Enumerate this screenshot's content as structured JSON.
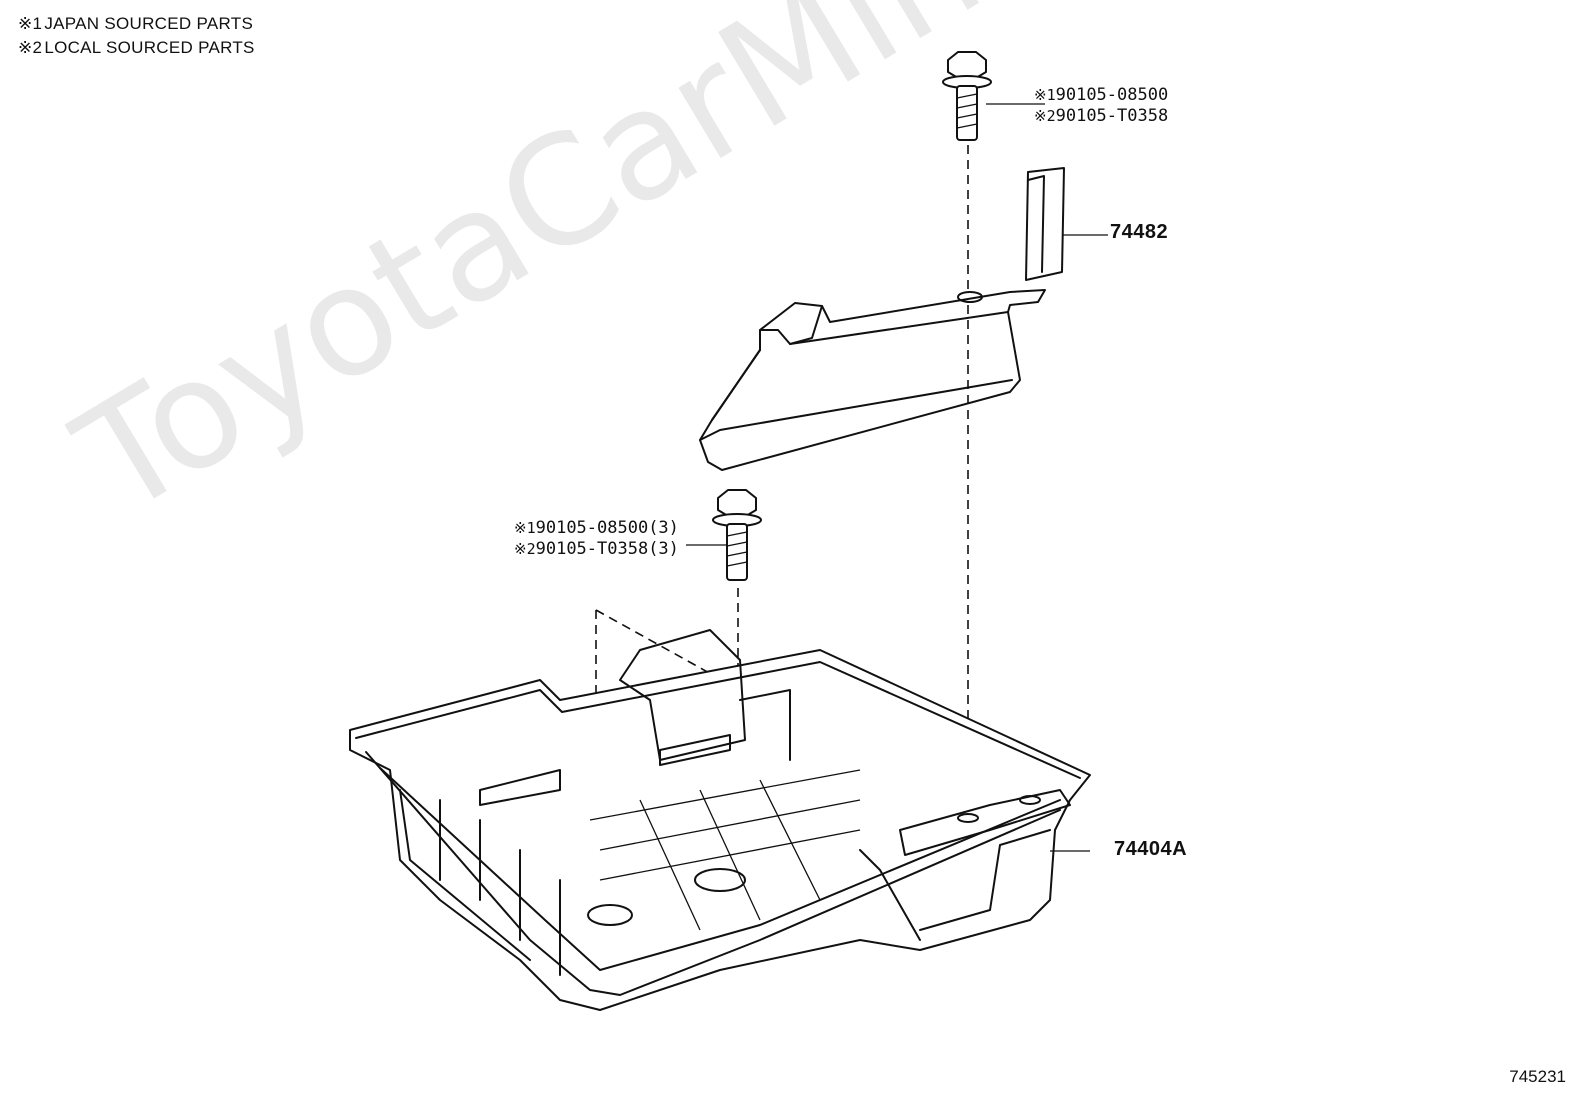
{
  "legend": [
    {
      "mark": "※1",
      "text": "JAPAN SOURCED PARTS"
    },
    {
      "mark": "※2",
      "text": "LOCAL SOURCED PARTS"
    }
  ],
  "callouts": {
    "top_bolt": {
      "line1_mark": "※1",
      "line1_part": "90105-08500",
      "line2_mark": "※2",
      "line2_part": "90105-T0358"
    },
    "lower_bolt": {
      "line1_mark": "※1",
      "line1_part": "90105-08500(3)",
      "line2_mark": "※2",
      "line2_part": "90105-T0358(3)"
    }
  },
  "parts": {
    "bracket": "74482",
    "tray": "74404A"
  },
  "figure_number": "745231",
  "watermark": "ToyotaCarMine.ru"
}
